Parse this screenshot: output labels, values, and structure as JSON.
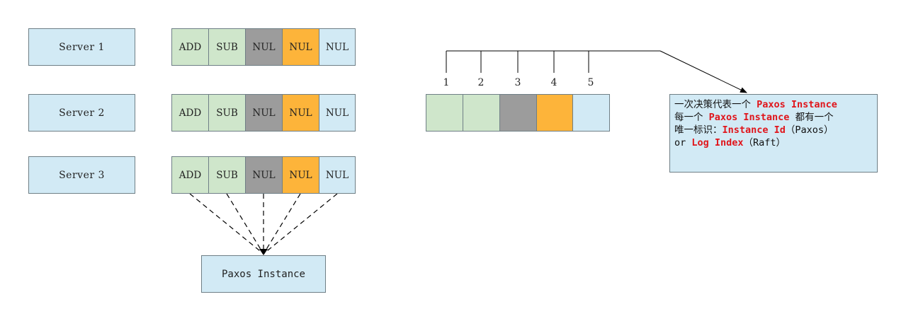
{
  "servers": [
    {
      "label": "Server 1",
      "cells": [
        "ADD",
        "SUB",
        "NUL",
        "NUL",
        "NUL"
      ]
    },
    {
      "label": "Server 2",
      "cells": [
        "ADD",
        "SUB",
        "NUL",
        "NUL",
        "NUL"
      ]
    },
    {
      "label": "Server 3",
      "cells": [
        "ADD",
        "SUB",
        "NUL",
        "NUL",
        "NUL"
      ]
    }
  ],
  "instance_label": "Paxos Instance",
  "log_indices": [
    "1",
    "2",
    "3",
    "4",
    "5"
  ],
  "note": {
    "line1_a": "一次决策代表一个 ",
    "line1_b": "Paxos Instance",
    "line2_a": "每一个 ",
    "line2_b": "Paxos Instance",
    "line2_c": " 都有一个",
    "line3_a": "唯一标识：",
    "line3_b": "Instance Id",
    "line3_c": "（Paxos）",
    "line4_a": "or ",
    "line4_b": "Log Index",
    "line4_c": "（Raft）"
  },
  "colors": {
    "cell_fills": [
      "#cfe6cb",
      "#cfe6cb",
      "#9c9c9c",
      "#fdb43a",
      "#d2eaf5"
    ],
    "box_fill": "#d2eaf5",
    "highlight_text": "#e0151b"
  }
}
